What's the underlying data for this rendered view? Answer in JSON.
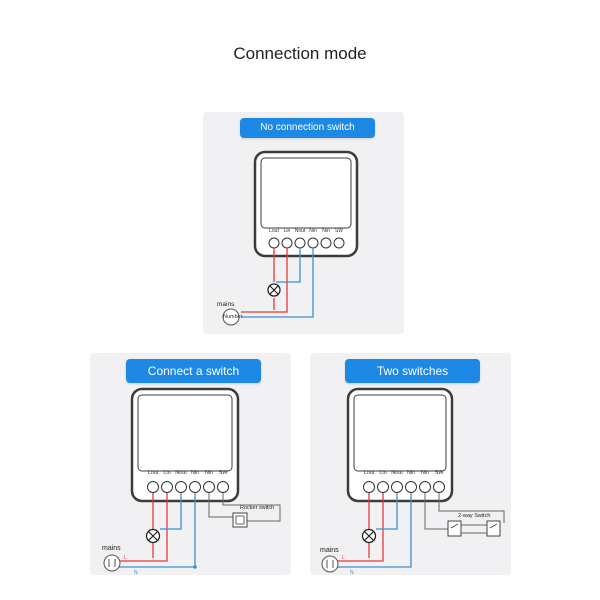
{
  "page": {
    "title": "Connection mode"
  },
  "terminals": [
    "Lout",
    "Lin",
    "Nout",
    "Nin",
    "Nin",
    "SW"
  ],
  "panels": {
    "no_switch": {
      "header": "No connection switch",
      "mains_label": "mains",
      "source_label": "Number"
    },
    "one_switch": {
      "header": "Connect a switch",
      "mains_label": "mains",
      "switch_label": "Rocker switch",
      "l_label": "L",
      "n_label": "N"
    },
    "two_switches": {
      "header": "Two switches",
      "mains_label": "mains",
      "switch_label": "2-way Switch",
      "l_label": "L",
      "n_label": "N"
    }
  },
  "colors": {
    "live_wire": "#e53935",
    "neutral_wire": "#3b8fd6",
    "switch_wire": "#555555",
    "header_bg": "#1e88e5",
    "panel_bg": "#f1f1f3"
  }
}
